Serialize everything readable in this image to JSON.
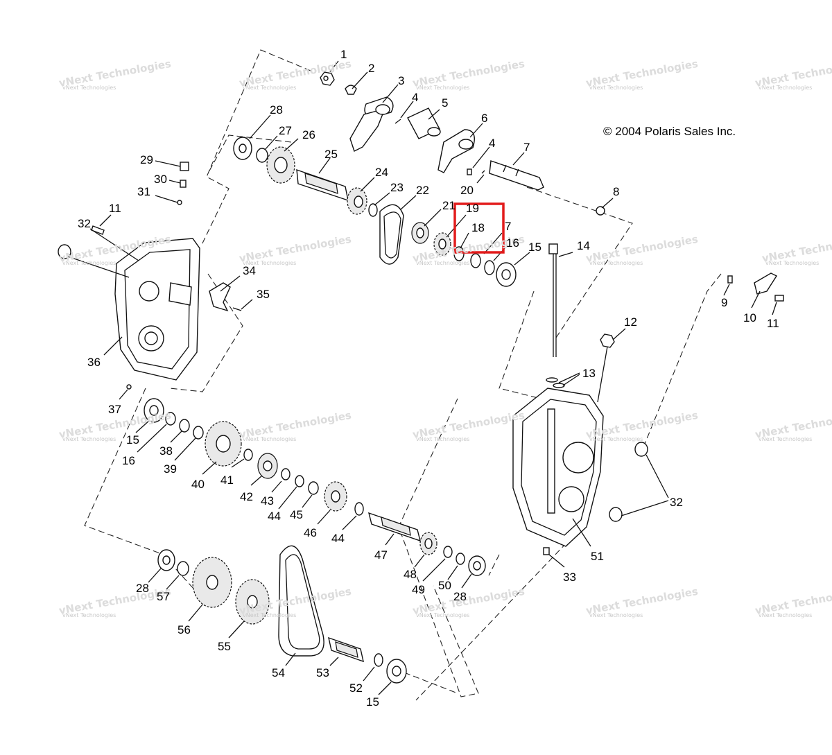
{
  "copyright": "© 2004 Polaris Sales Inc.",
  "watermark": {
    "line1": "vNext Technologies",
    "line2": "vNext Technologies"
  },
  "highlight": {
    "color": "#e21b1b",
    "labels": [
      "19",
      "18"
    ]
  },
  "callouts": [
    "1",
    "2",
    "3",
    "4",
    "5",
    "6",
    "4",
    "7",
    "20",
    "8",
    "28",
    "27",
    "26",
    "25",
    "24",
    "23",
    "22",
    "21",
    "19",
    "18",
    "7",
    "16",
    "15",
    "14",
    "29",
    "30",
    "31",
    "11",
    "32",
    "34",
    "35",
    "36",
    "37",
    "12",
    "13",
    "9",
    "10",
    "11",
    "15",
    "16",
    "38",
    "39",
    "40",
    "41",
    "42",
    "43",
    "44",
    "45",
    "46",
    "44",
    "47",
    "48",
    "49",
    "50",
    "28",
    "51",
    "32",
    "33",
    "28",
    "57",
    "56",
    "55",
    "54",
    "53",
    "52",
    "15"
  ]
}
